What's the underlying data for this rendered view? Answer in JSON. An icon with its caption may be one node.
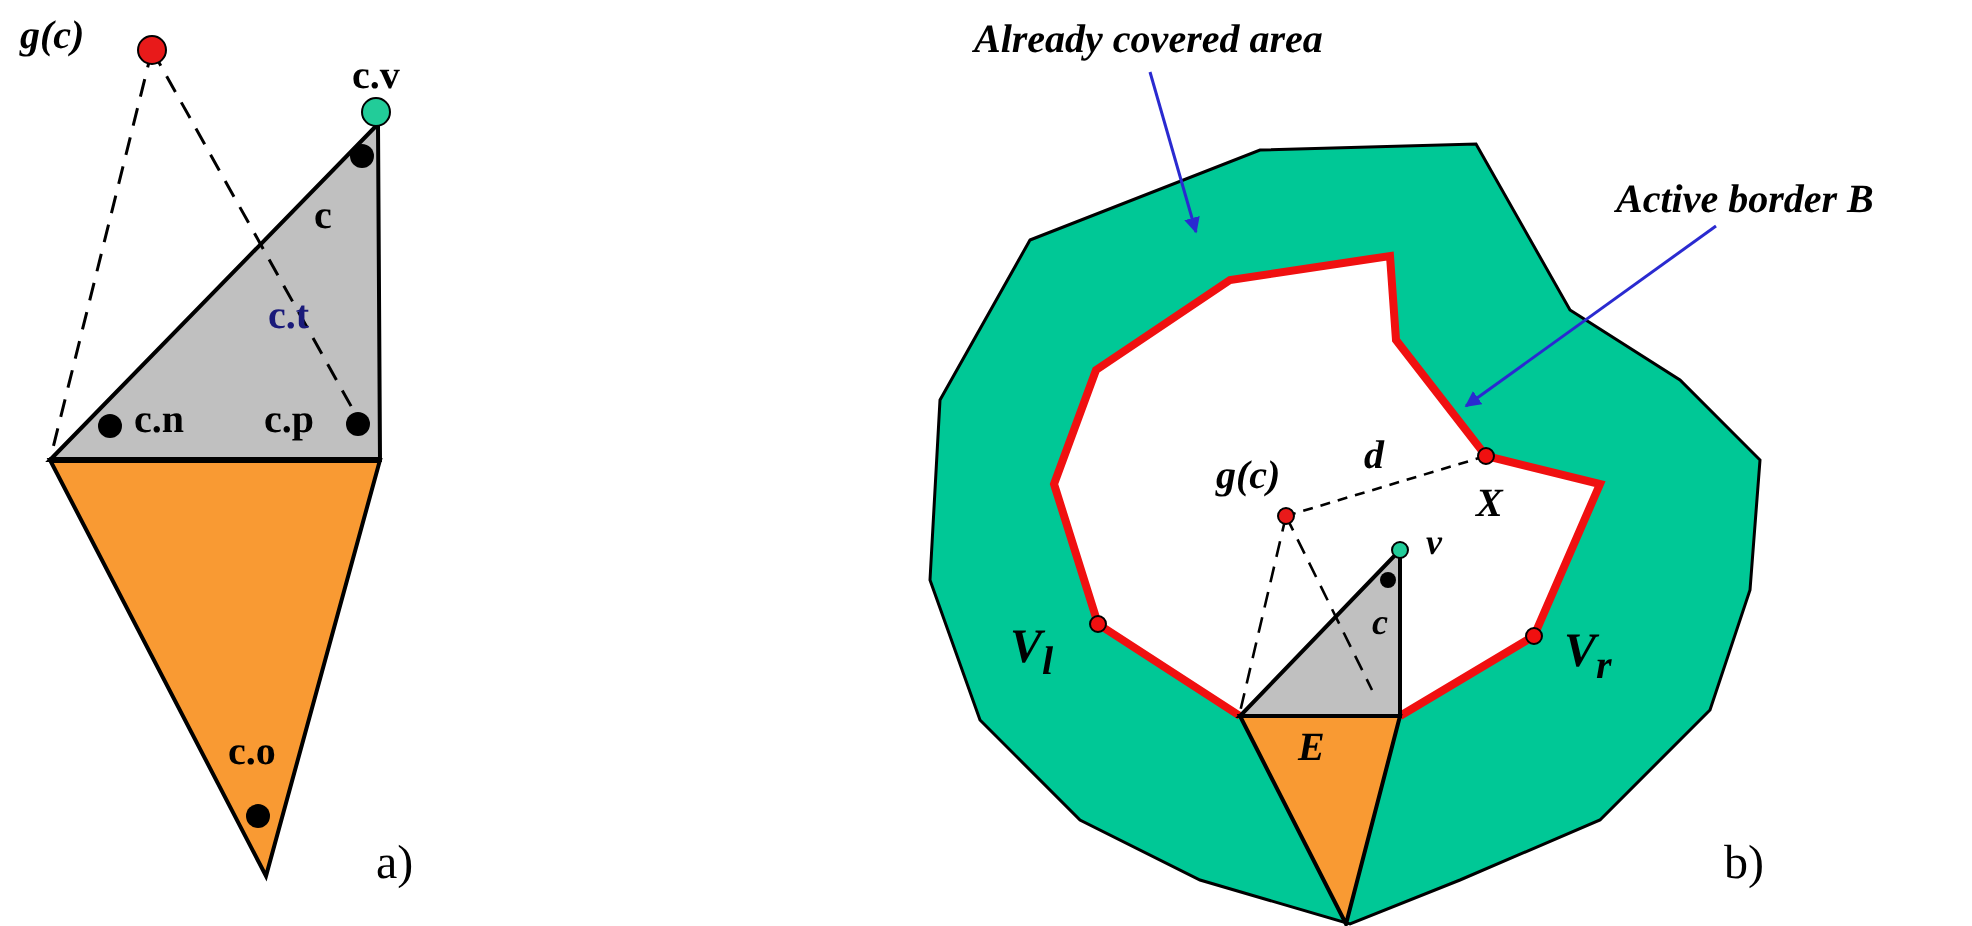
{
  "diagram": {
    "nodes": [
      {
        "text": [
          "Already covered area"
        ]
      },
      {
        "text": [],
        "shape": "polygon"
      },
      {
        "text": [
          "Active border B"
        ]
      },
      {
        "text": [],
        "shape": "line",
        "in": 1
      }
    ],
    "edges": [
      {
        "from": 0,
        "to": 1,
        "arrow": "to"
      },
      {
        "from": 2,
        "to": 3,
        "arrow": "to"
      }
    ],
    "labels": [
      "g(c)",
      "c.v",
      "c",
      "c.t",
      "c.n",
      "c.p",
      "c.o",
      "a)",
      "g(c)",
      "d",
      "X",
      "v",
      "c",
      "V$_{l}$",
      "V$_{r}$",
      "E",
      "b)"
    ]
  }
}
